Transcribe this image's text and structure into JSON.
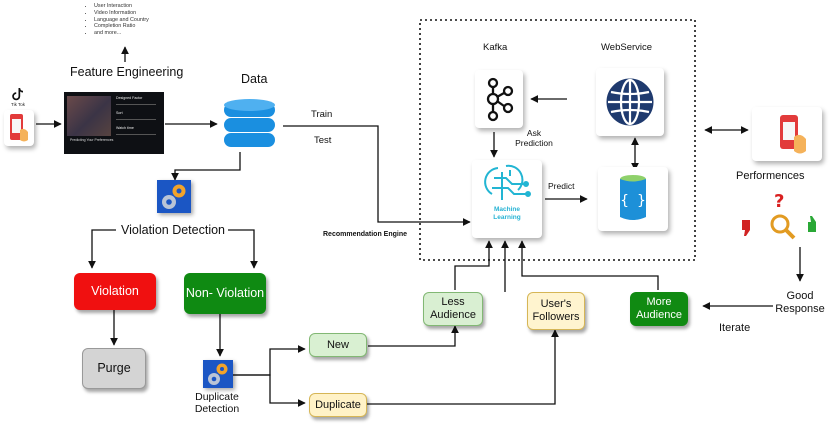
{
  "feature_engineering": {
    "title": "Feature Engineering",
    "bullets": [
      "User Interaction",
      "Video Information",
      "Language and Country",
      "Completion Ratio",
      "and more..."
    ],
    "panel_headings": [
      "Designed Factor",
      "Sort",
      "Watch time"
    ],
    "panel_caption": "Predicting Your Preferences"
  },
  "tiktok": {
    "label": "Tik Tok"
  },
  "data": {
    "title": "Data",
    "train_label": "Train",
    "test_label": "Test"
  },
  "engine": {
    "kafka_label": "Kafka",
    "webservice_label": "WebService",
    "ask_prediction_label": "Ask\nPrediction",
    "predict_label": "Predict",
    "ml_label": "Machine\nLearning",
    "recommendation_label": "Recommendation Engine"
  },
  "violation": {
    "title": "Violation Detection",
    "violation_label": "Violation",
    "non_violation_label": "Non- Violation",
    "purge_label": "Purge",
    "duplicate_detection_label": "Duplicate\nDetection",
    "new_label": "New",
    "duplicate_label": "Duplicate"
  },
  "audience": {
    "less_label": "Less\nAudience",
    "followers_label": "User's\nFollowers",
    "more_label": "More\nAudience"
  },
  "performance": {
    "title": "Performences",
    "good_response_label": "Good\nResponse",
    "iterate_label": "Iterate"
  },
  "colors": {
    "violation_red": "#f01010",
    "non_violation_green": "#0f8a12",
    "purge_gray": "#d4d4d4",
    "new_green": "#d9f0d2",
    "duplicate_yellow": "#fff2c7",
    "less_audience_green": "#d9efd2",
    "followers_yellow": "#fff4cf",
    "more_audience_green": "#108a12",
    "db_blue": "#1a8fe0",
    "globe_navy": "#1f3a6e"
  }
}
